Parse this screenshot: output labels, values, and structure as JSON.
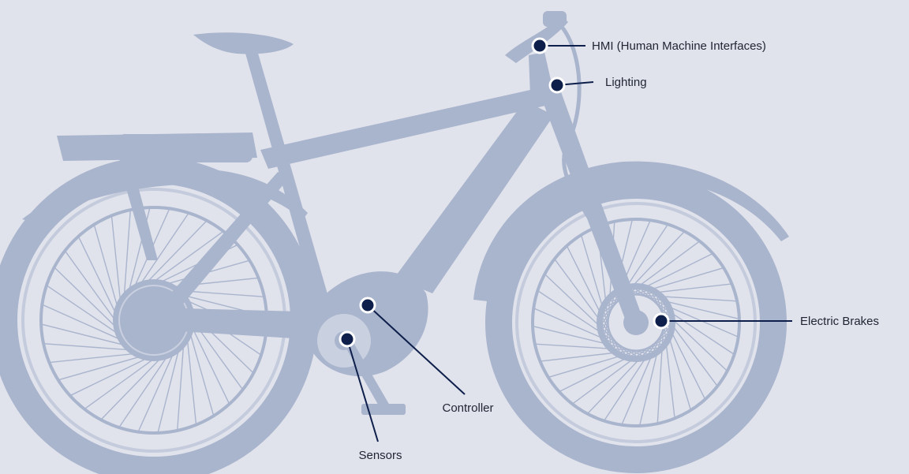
{
  "colors": {
    "background": "#e1e3ec",
    "bike": "#a9b4cd",
    "bike_light": "#c9d0e0",
    "spokes": "#eef0f5",
    "marker": "#0d1f4a",
    "marker_ring": "#ffffff",
    "leader_line": "#0d1f4a",
    "label_text": "#1f2433"
  },
  "components": [
    {
      "id": "hmi",
      "label": "HMI (Human Machine Interfaces)"
    },
    {
      "id": "lighting",
      "label": "Lighting"
    },
    {
      "id": "electric-brakes",
      "label": "Electric Brakes"
    },
    {
      "id": "controller",
      "label": "Controller"
    },
    {
      "id": "sensors",
      "label": "Sensors"
    }
  ]
}
